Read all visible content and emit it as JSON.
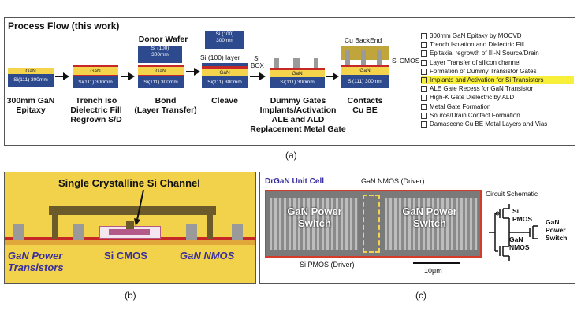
{
  "panel_a": {
    "title": "Process Flow (this work)",
    "caption": "(a)",
    "donor_wafer": "Donor Wafer",
    "si100": "Si (100)",
    "mm300": "300mm",
    "si100_layer": "Si (100) layer",
    "si_label": "Si",
    "box_label": "BOX",
    "gan": "GaN",
    "si111": "Si(111) 300mm",
    "cu_backend": "Cu BackEnd",
    "si_cmos": "Si CMOS",
    "steps": [
      {
        "label": "300mm GaN\nEpitaxy"
      },
      {
        "label": "Trench Iso\nDielectric Fill\nRegrown S/D"
      },
      {
        "label": "Bond\n(Layer Transfer)"
      },
      {
        "label": "Cleave"
      },
      {
        "label": "Dummy Gates\nImplants/Activation\nALE and ALD\nReplacement Metal Gate"
      },
      {
        "label": "Contacts\nCu BE"
      }
    ],
    "checklist": [
      "300mm GaN Epitaxy by MOCVD",
      "Trench Isolation and Dielectric Fill",
      "Epitaxial regrowth of III-N Source/Drain",
      "Layer Transfer of silicon channel",
      "Formation of Dummy Transistor Gates",
      "Implants and Activation for Si Transistors",
      "ALE Gate Recess for GaN Transistor",
      "High-K Gate Dielectric by ALD",
      "Metal Gate Formation",
      "Source/Drain Contact Formation",
      "Damascene Cu BE Metal Layers and Vias"
    ],
    "highlighted_index": 5
  },
  "panel_b": {
    "caption": "(b)",
    "channel_label": "Single Crystalline Si Channel",
    "gan_power": "GaN Power\nTransistors",
    "si_cmos": "Si CMOS",
    "gan_nmos": "GaN NMOS"
  },
  "panel_c": {
    "caption": "(c)",
    "unit_cell": "DrGaN Unit Cell",
    "gan_nmos_driver": "GaN NMOS (Driver)",
    "gan_power_switch_left": "GaN Power\nSwitch",
    "gan_power_switch_right": "GaN Power\nSwitch",
    "si_pmos_driver": "Si PMOS (Driver)",
    "scale": "10μm",
    "schematic_title": "Circuit Schematic",
    "si_pmos": "Si\nPMOS",
    "gan_nmos": "GaN\nNMOS",
    "gan_power_switch": "GaN\nPower\nSwitch"
  },
  "colors": {
    "gan": "#f3d44c",
    "si": "#2e4a8f",
    "red": "#c62828",
    "highlight": "#f7ef3a",
    "purple": "#3a2fa0"
  }
}
